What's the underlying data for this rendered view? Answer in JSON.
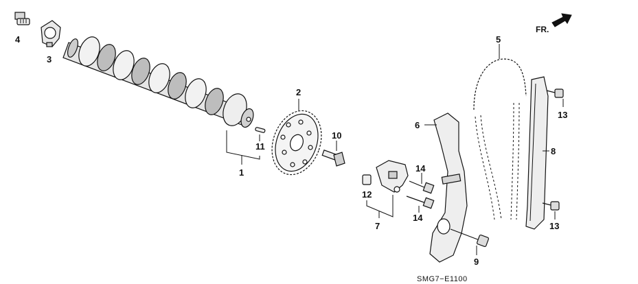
{
  "diagram": {
    "direction_label": "FR.",
    "diagram_code": "SMG7−E1100",
    "callouts": {
      "c1": "1",
      "c2": "2",
      "c3": "3",
      "c4": "4",
      "c5": "5",
      "c6": "6",
      "c7": "7",
      "c8": "8",
      "c9": "9",
      "c10": "10",
      "c11": "11",
      "c12": "12",
      "c13a": "13",
      "c13b": "13",
      "c14a": "14",
      "c14b": "14"
    },
    "colors": {
      "ink": "#111111",
      "fill_light": "#e6e6e6",
      "fill_mid": "#bdbdbd",
      "paper": "#ffffff"
    }
  }
}
